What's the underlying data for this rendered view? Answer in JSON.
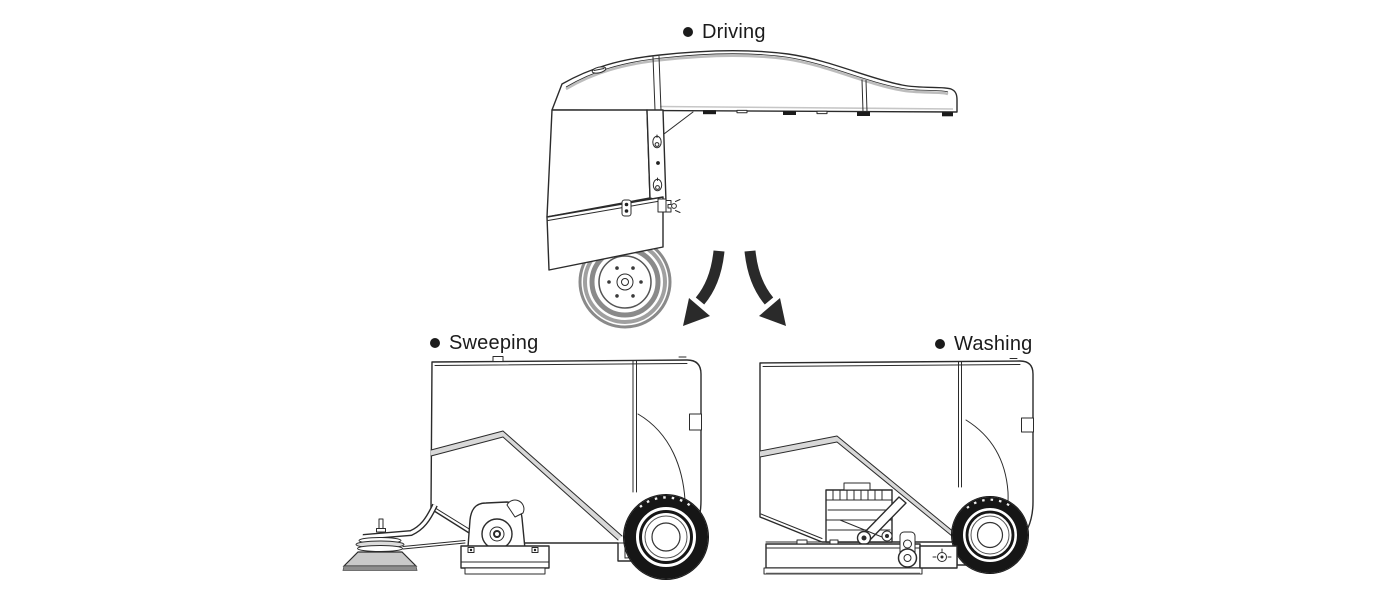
{
  "diagram": {
    "description": "Cleaning robot transformation diagram",
    "modes": [
      {
        "id": "driving",
        "label": "Driving"
      },
      {
        "id": "sweeping",
        "label": "Sweeping"
      },
      {
        "id": "washing",
        "label": "Washing"
      }
    ],
    "icons": {
      "bullet": "mode-bullet-icon",
      "arrow_left": "transform-arrow-left-icon",
      "arrow_right": "transform-arrow-right-icon"
    },
    "colors": {
      "background": "#ffffff",
      "line": "#2b2b2b",
      "text": "#1b1b1b",
      "arrow": "#2a2a2a",
      "tire": "#161616",
      "shade_light": "#d8d8d8",
      "shade_mid": "#bdbdbd",
      "shade_dark": "#8d8d8d"
    }
  }
}
